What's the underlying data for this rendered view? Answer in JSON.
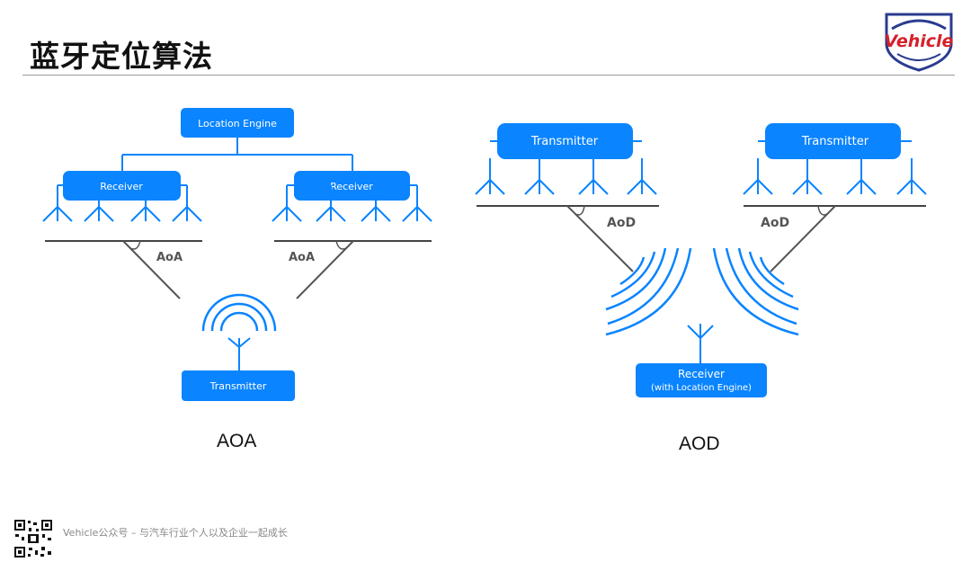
{
  "header": {
    "title": "蓝牙定位算法"
  },
  "logo": {
    "text": "Vehicle"
  },
  "aoa": {
    "engine_label": "Location Engine",
    "receiver_left_label": "Receiver",
    "receiver_right_label": "Receiver",
    "angle_left_label": "AoA",
    "angle_right_label": "AoA",
    "transmitter_label": "Transmitter",
    "caption": "AOA"
  },
  "aod": {
    "transmitter_left_label": "Transmitter",
    "transmitter_right_label": "Transmitter",
    "angle_left_label": "AoD",
    "angle_right_label": "AoD",
    "receiver_label_line1": "Receiver",
    "receiver_label_line2": "(with Location Engine)",
    "caption": "AOD"
  },
  "footer": {
    "text": "Vehicle公众号 – 与汽车行业个人以及企业一起成长"
  },
  "colors": {
    "accent": "#0a84ff",
    "line": "#555555"
  }
}
